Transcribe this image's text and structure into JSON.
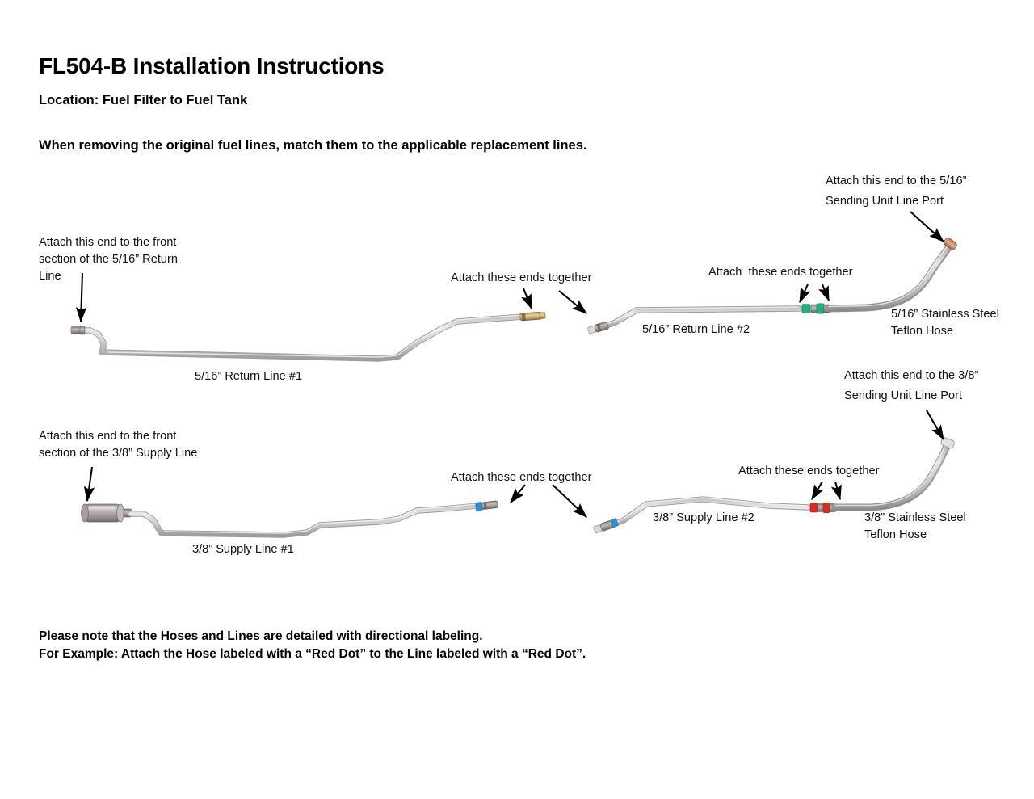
{
  "document": {
    "title": "FL504-B Installation Instructions",
    "location": "Location: Fuel Filter to Fuel Tank",
    "instruction": "When removing the original fuel lines, match them to the applicable replacement lines.",
    "note_line_1": "Please note that the Hoses and Lines are detailed with directional labeling.",
    "note_line_2": "For Example: Attach the Hose labeled with a “Red Dot” to the Line labeled with a “Red Dot”."
  },
  "annotations": {
    "return_front_l1": "Attach this end to the front",
    "return_front_l2": "section of the 5/16” Return",
    "return_front_l3": "Line",
    "return_sending_l1": "Attach this end to the 5/16”",
    "return_sending_l2": "Sending Unit Line Port",
    "return_join_left": "Attach these ends together",
    "return_join_right": "Attach  these ends together",
    "supply_front_l1": "Attach this end to the front",
    "supply_front_l2": "section of the 3/8” Supply Line",
    "supply_sending_l1": "Attach this end to the 3/8”",
    "supply_sending_l2": "Sending Unit Line Port",
    "supply_join_left": "Attach these ends together",
    "supply_join_right": "Attach these ends together"
  },
  "part_labels": {
    "return_line_1": "5/16” Return Line #1",
    "return_line_2": "5/16” Return Line #2",
    "return_hose_l1": "5/16” Stainless Steel",
    "return_hose_l2": "Teflon Hose",
    "supply_line_1": "3/8” Supply Line #1",
    "supply_line_2": "3/8” Supply Line #2",
    "supply_hose_l1": "3/8” Stainless Steel",
    "supply_hose_l2": "Teflon Hose"
  },
  "colors": {
    "background": "#ffffff",
    "text": "#000000",
    "tube_light": "#d9d7d6",
    "tube_mid": "#b9b6b4",
    "tube_dark": "#8e8b89",
    "brass_fitting": "#c9a86a",
    "steel_fitting": "#9a938c",
    "copper_end": "#c08a68",
    "green_dot": "#23b07e",
    "red_dot": "#e02b20",
    "blue_dot": "#2a8fd4",
    "arrow": "#000000",
    "filter_body": "#b2aaae"
  },
  "dot_markers": {
    "return_junction": "green-dot",
    "supply_junction": "red-dot",
    "supply_midjoin": "blue-dot"
  }
}
